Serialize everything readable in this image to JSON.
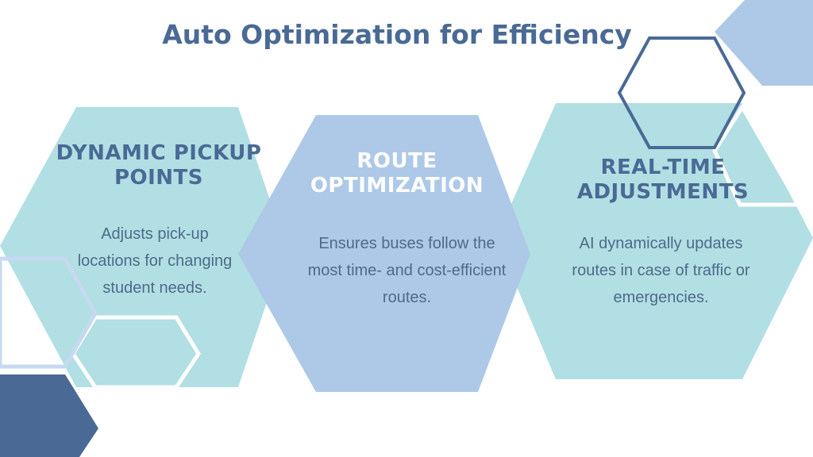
{
  "title": "Auto Optimization for Efficiency",
  "cards": [
    {
      "title": "DYNAMIC PICKUP POINTS",
      "body": "Adjusts pick-up locations for changing student needs."
    },
    {
      "title": "ROUTE OPTIMIZATION",
      "body": "Ensures buses follow the most time- and cost-efficient routes."
    },
    {
      "title": "REAL-TIME ADJUSTMENTS",
      "body": "AI dynamically updates routes in case of traffic or emergencies."
    }
  ],
  "colors": {
    "title": "#4a6a95",
    "teal_hex": "#b1dfe3",
    "blue_hex": "#adc9e7",
    "navy": "#4a6a95"
  }
}
